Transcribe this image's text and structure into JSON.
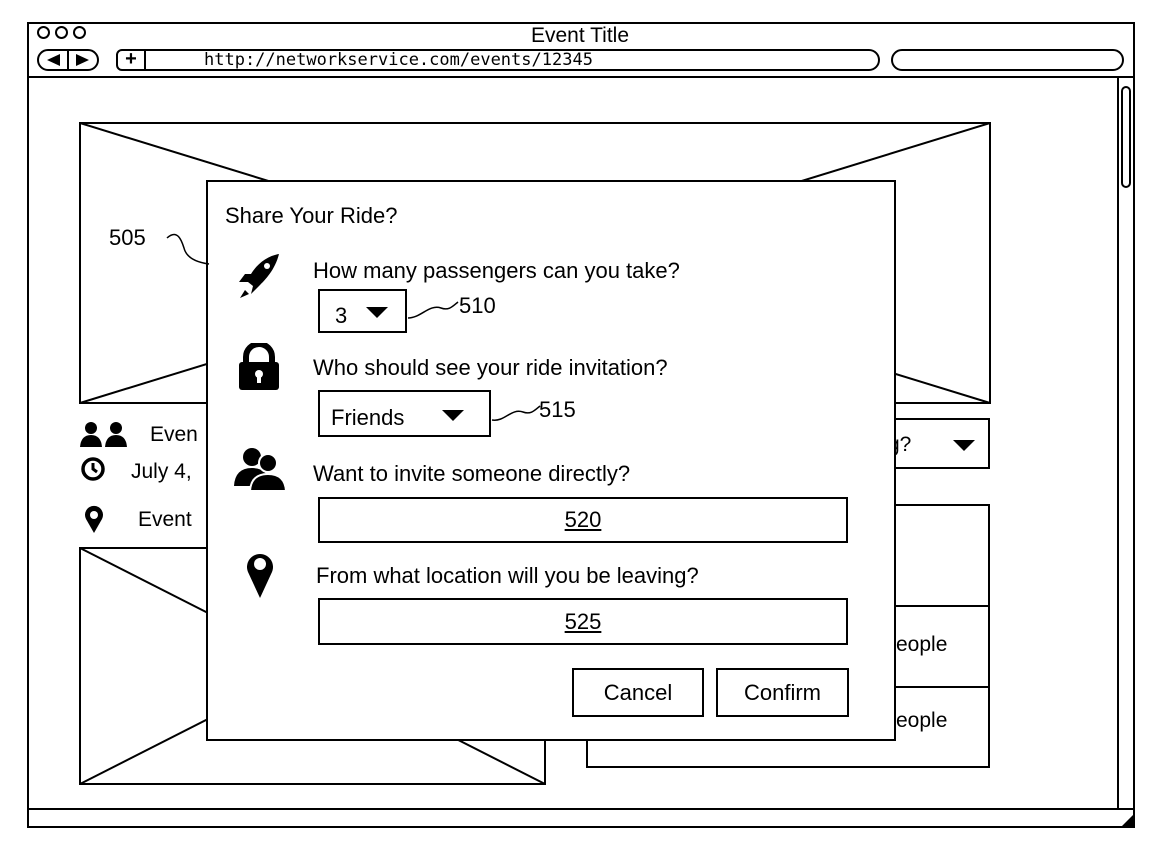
{
  "window": {
    "title": "Event Title",
    "url": "http://networkservice.com/events/12345"
  },
  "background": {
    "attendees_label": "Even",
    "date_label": "July 4,",
    "location_label": "Event",
    "dropdown_label": "g?",
    "list_row_1": "eople",
    "list_row_2": "eople"
  },
  "references": {
    "dialog": "505",
    "passengers_select": "510",
    "visibility_select": "515",
    "invite_field": "520",
    "location_field": "525"
  },
  "dialog": {
    "title": "Share Your Ride?",
    "passengers_question": "How many passengers can you take?",
    "passengers_value": "3",
    "visibility_question": "Who should see your ride invitation?",
    "visibility_value": "Friends",
    "invite_question": "Want to invite someone directly?",
    "invite_value": "520",
    "location_question": "From what location will you be leaving?",
    "location_value": "525",
    "cancel_label": "Cancel",
    "confirm_label": "Confirm"
  },
  "icons": {
    "passengers": "rocket-icon",
    "visibility": "lock-icon",
    "invite": "people-icon",
    "location": "location-pin-icon",
    "attendees": "people-icon",
    "date": "clock-icon",
    "place": "location-pin-icon"
  }
}
